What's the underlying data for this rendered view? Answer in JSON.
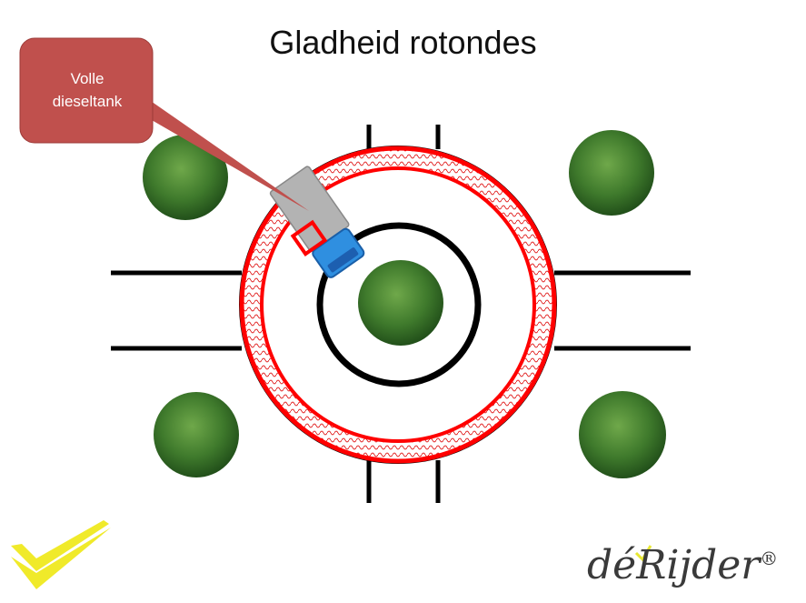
{
  "title": "Gladheid rotondes",
  "callout": {
    "line1": "Volle",
    "line2": "dieseltank",
    "color": "#c0504d"
  },
  "logo": {
    "text": "déRijder",
    "mark": "®",
    "check_color": "#e8e832"
  },
  "colors": {
    "ring": "#ff0000",
    "truck_cab": "#2f8fe0",
    "truck_box": "#b3b3b3",
    "checkmark": "#f0ea2a"
  }
}
